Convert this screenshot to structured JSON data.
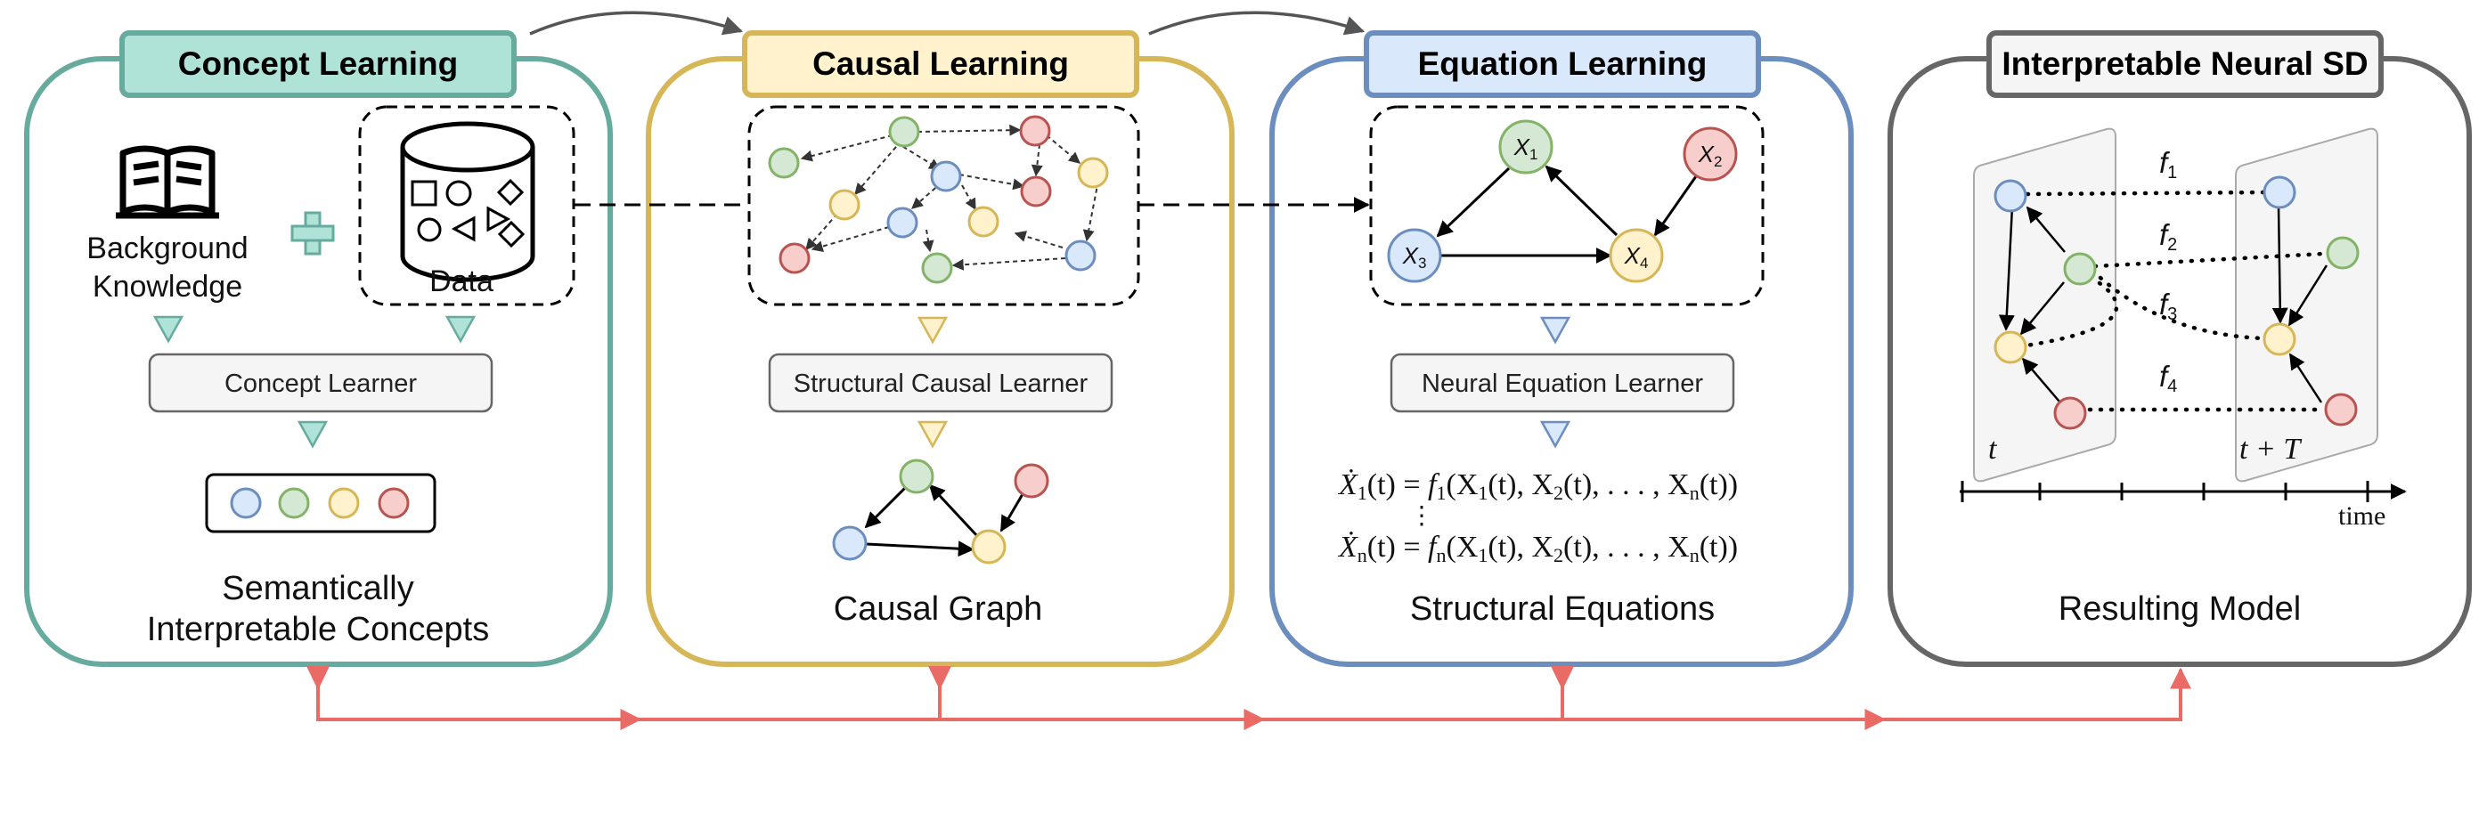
{
  "colors": {
    "concept": "#67ab9f",
    "concept_fill": "#b0e3d7",
    "causal": "#d6b656",
    "causal_fill": "#fff2cc",
    "equation": "#6c8ebf",
    "equation_fill": "#dae8fc",
    "model": "#666666",
    "model_fill": "#f5f5f5",
    "flow_arrow": "#ea6b66",
    "node_blue": "#dae8fc",
    "node_green": "#d5e8d4",
    "node_yellow": "#fff2cc",
    "node_red": "#f8cecc"
  },
  "panels": {
    "concept": {
      "title": "Concept Learning",
      "book_label_1": "Background",
      "book_label_2": "Knowledge",
      "data_label": "Data",
      "learner": "Concept Learner",
      "caption_1": "Semantically",
      "caption_2": "Interpretable Concepts"
    },
    "causal": {
      "title": "Causal Learning",
      "learner": "Structural Causal Learner",
      "caption": "Causal Graph"
    },
    "equation": {
      "title": "Equation Learning",
      "nodes": [
        "X",
        "X",
        "X",
        "X"
      ],
      "node_subs": [
        "1",
        "2",
        "3",
        "4"
      ],
      "learner": "Neural Equation Learner",
      "eq1_lhs": "Ẋ",
      "eq1_lhs_sub": "1",
      "eq1_f": "f",
      "eq1_f_sub": "1",
      "eqn_lhs": "Ẋ",
      "eqn_lhs_sub": "n",
      "eqn_f": "f",
      "eqn_f_sub": "n",
      "eq_args_a": "(t) = ",
      "eq_args_b": "(X",
      "eq_args_c": "(t), X",
      "eq_args_d": "(t), . . . , X",
      "eq_args_e": "(t))",
      "sub_1": "1",
      "sub_2": "2",
      "sub_n": "n",
      "vdots": "⋮",
      "caption": "Structural Equations"
    },
    "model": {
      "title": "Interpretable Neural SD",
      "f_labels": [
        "f",
        "f",
        "f",
        "f"
      ],
      "f_subs": [
        "1",
        "2",
        "3",
        "4"
      ],
      "slice_left": "t",
      "slice_right": "t + T",
      "axis_label": "time",
      "caption": "Resulting Model"
    }
  }
}
